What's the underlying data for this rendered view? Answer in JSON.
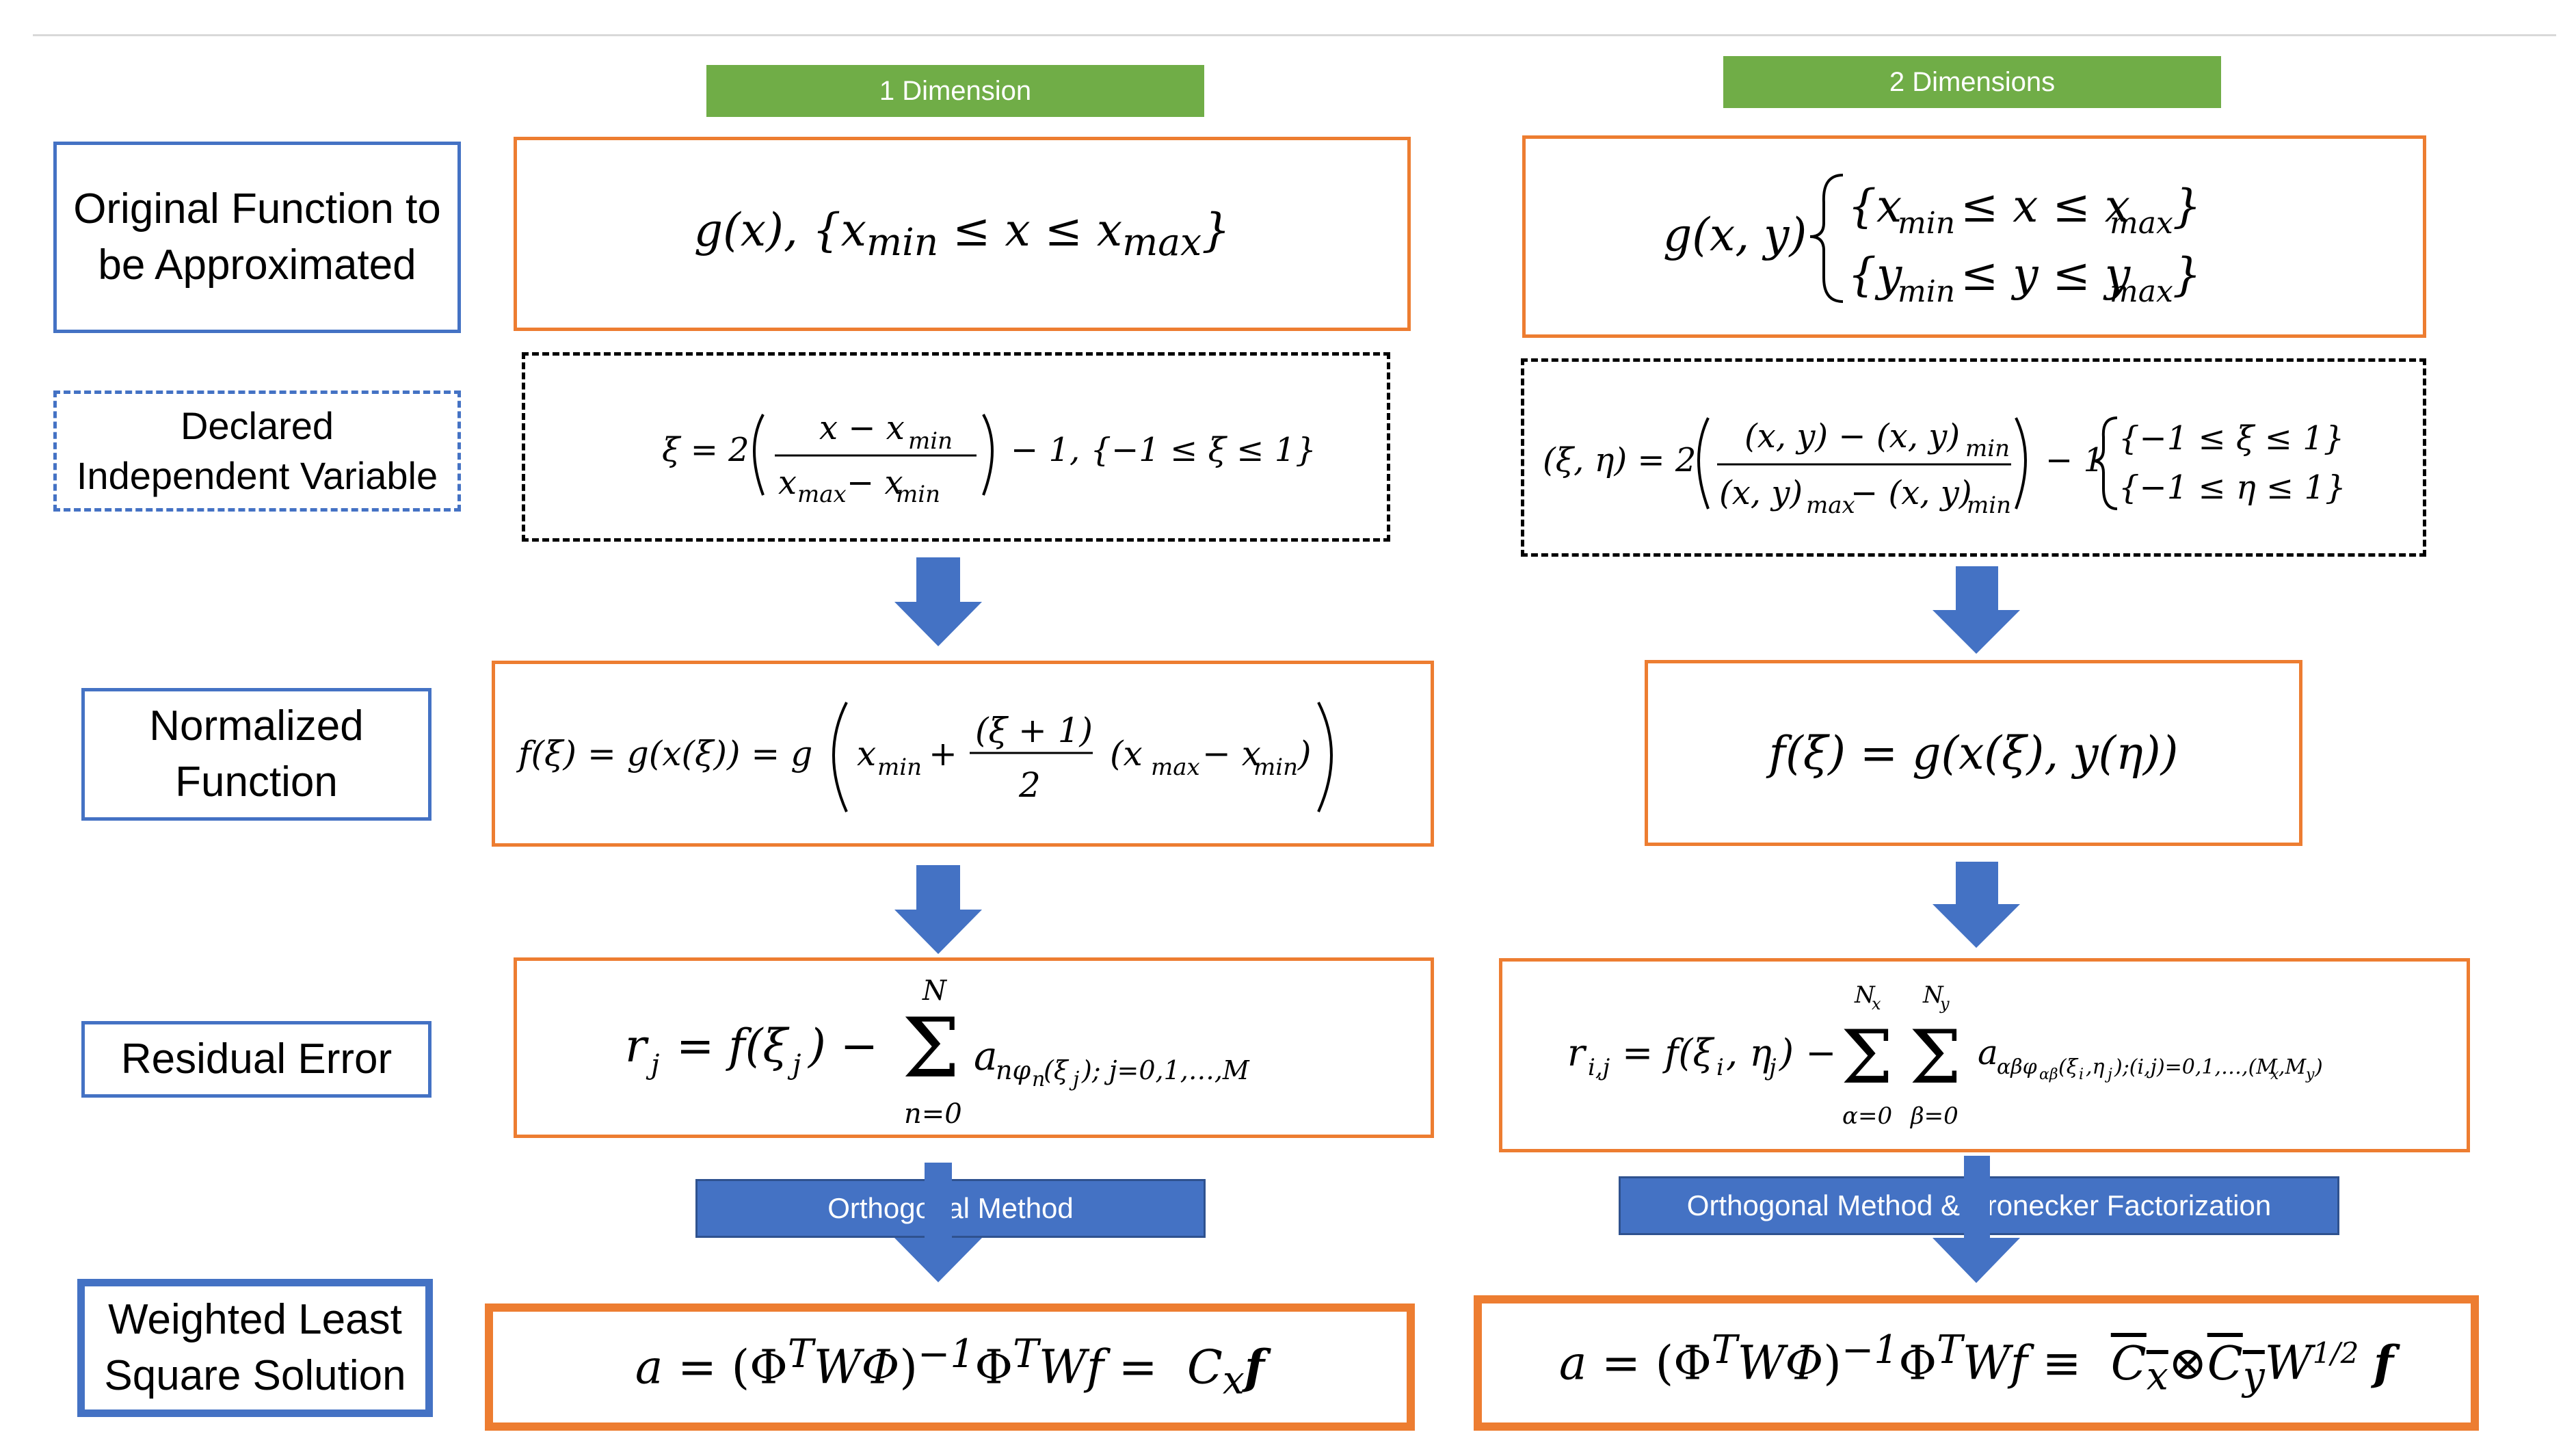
{
  "headers": {
    "one_dim": "1 Dimension",
    "two_dim": "2 Dimensions"
  },
  "row_labels": {
    "original": "Original Function to be Approximated",
    "declared": "Declared Independent Variable",
    "normalized": "Normalized Function",
    "residual": "Residual Error",
    "solution": "Weighted Least Square Solution"
  },
  "equations_1d": {
    "original": "g(x), {x_min ≤ x ≤ x_max}",
    "declared": "ξ = 2 ((x − x_min)/(x_max − x_min)) − 1, {−1 ≤ ξ ≤ 1}",
    "normalized": "f(ξ) = g(x(ξ)) = g(x_min + ((ξ + 1)/2)(x_max − x_min))",
    "residual": "r_j = f(ξ_j) − Σ_{n=0}^{N} a_n φ_n(ξ_j); j=0,1,…,M",
    "solution": "a = (Φ^T W Φ)^{−1} Φ^T W f = C_x f"
  },
  "equations_2d": {
    "original": "g(x, y) {x_min ≤ x ≤ x_max} {y_min ≤ y ≤ y_max}",
    "declared": "(ξ, η) = 2 (((x, y) − (x, y)_min)/((x, y)_max − (x, y)_min)) − 1 {−1 ≤ ξ ≤ 1} {−1 ≤ η ≤ 1}",
    "normalized": "f(ξ) = g(x(ξ), y(η))",
    "residual": "r_i,j = f(ξ_i, η_j) − Σ_{α=0}^{N_x} Σ_{β=0}^{N_y} a_αβ φ_αβ(ξ_i, η_j); (i,j)=0,1,…,(M_x, M_y)",
    "solution": "a = (Φ^T W Φ)^{−1} Φ^T W f ≡ C̄_x ⊗ C̄_y W^{1/2} f"
  },
  "methods": {
    "one_dim": "Orthogonal Method",
    "two_dim": "Orthogonal Method  & Kronecker Factorization"
  },
  "colors": {
    "header_green": "#70ad47",
    "label_blue": "#4472c4",
    "box_orange": "#ed7d31",
    "arrow_blue": "#4472c4"
  }
}
